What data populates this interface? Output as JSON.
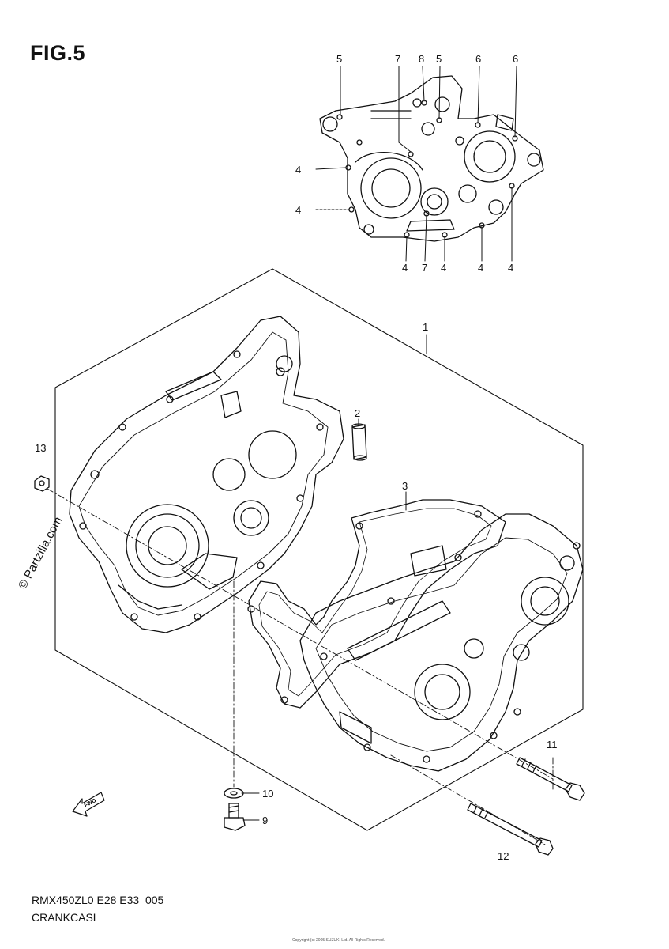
{
  "figure": {
    "title": "FIG.5",
    "code": "RMX450ZL0 E28 E33_005",
    "name": "CRANKCASL"
  },
  "watermark": "© Partzilla.com",
  "credit": "Copyright (c) 2005 SUZUKI Ltd. All Rights Reserved.",
  "fwd_mark": "FWD",
  "callouts": [
    {
      "id": "top-5a",
      "label": "5"
    },
    {
      "id": "top-7",
      "label": "7"
    },
    {
      "id": "top-8",
      "label": "8"
    },
    {
      "id": "top-5b",
      "label": "5"
    },
    {
      "id": "top-6a",
      "label": "6"
    },
    {
      "id": "top-6b",
      "label": "6"
    },
    {
      "id": "left-4a",
      "label": "4"
    },
    {
      "id": "left-4b",
      "label": "4"
    },
    {
      "id": "bot-4a",
      "label": "4"
    },
    {
      "id": "bot-7",
      "label": "7"
    },
    {
      "id": "bot-4b",
      "label": "4"
    },
    {
      "id": "bot-4c",
      "label": "4"
    },
    {
      "id": "bot-4d",
      "label": "4"
    },
    {
      "id": "part-1",
      "label": "1"
    },
    {
      "id": "part-2",
      "label": "2"
    },
    {
      "id": "part-3",
      "label": "3"
    },
    {
      "id": "part-13",
      "label": "13"
    },
    {
      "id": "part-10",
      "label": "10"
    },
    {
      "id": "part-9",
      "label": "9"
    },
    {
      "id": "part-11",
      "label": "11"
    },
    {
      "id": "part-12",
      "label": "12"
    }
  ]
}
